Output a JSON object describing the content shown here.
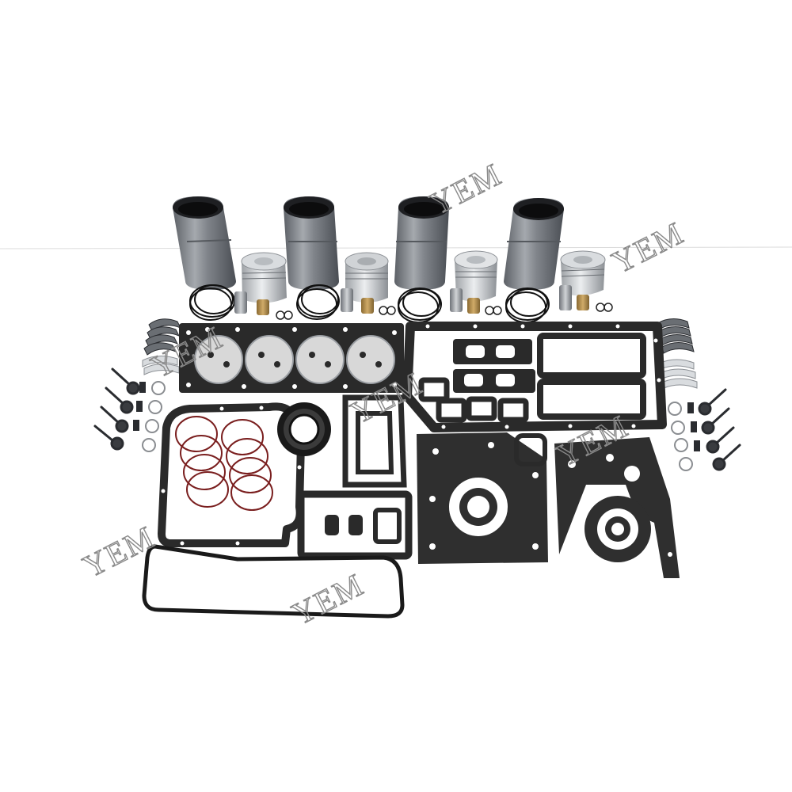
{
  "watermark": {
    "text": "YEM",
    "color": "#8a8a8a"
  },
  "colors": {
    "background": "#ffffff",
    "gasket": "#2a2a2a",
    "metal": "#9a9ea3",
    "oring": "#7a1f1f",
    "brass": "#b08a4a"
  },
  "parts": {
    "cylinder_liners": 4,
    "pistons": 4,
    "valves_per_side": 4
  }
}
